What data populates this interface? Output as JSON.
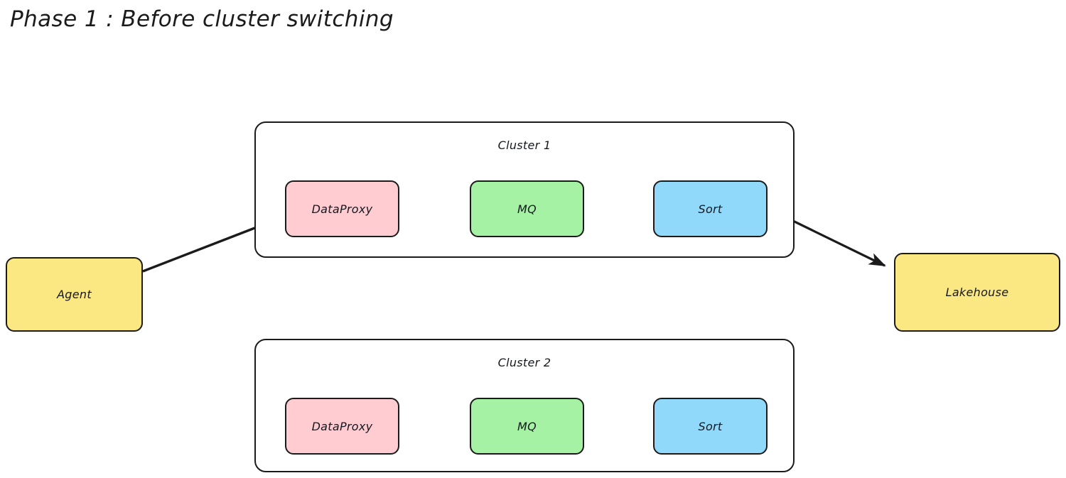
{
  "title": "Phase 1 : Before cluster switching",
  "colors": {
    "background": "#ffffff",
    "stroke": "#1b1b1b",
    "text": "#14181f",
    "pink": "#ffccd2",
    "green": "#a5f2a5",
    "blue": "#90d9fb",
    "yellow": "#fce883"
  },
  "nodes": {
    "agent": {
      "label": "Agent",
      "fill": "#fce883"
    },
    "lakehouse": {
      "label": "Lakehouse",
      "fill": "#fce883"
    },
    "cluster1": {
      "label": "Cluster 1",
      "dataproxy": {
        "label": "DataProxy",
        "fill": "#ffccd2"
      },
      "mq": {
        "label": "MQ",
        "fill": "#a5f2a5"
      },
      "sort": {
        "label": "Sort",
        "fill": "#90d9fb"
      }
    },
    "cluster2": {
      "label": "Cluster 2",
      "dataproxy": {
        "label": "DataProxy",
        "fill": "#ffccd2"
      },
      "mq": {
        "label": "MQ",
        "fill": "#a5f2a5"
      },
      "sort": {
        "label": "Sort",
        "fill": "#90d9fb"
      }
    }
  },
  "edges": [
    {
      "name": "agent-to-dataproxy",
      "from": "Agent",
      "to": "DataProxy",
      "label": ""
    },
    {
      "name": "dataproxy-to-mq",
      "from": "DataProxy",
      "to": "MQ",
      "label": ""
    },
    {
      "name": "mq-to-sort",
      "from": "MQ",
      "to": "Sort",
      "label": ""
    },
    {
      "name": "sort-to-lakehouse",
      "from": "Sort",
      "to": "Lakehouse",
      "label": ""
    }
  ]
}
